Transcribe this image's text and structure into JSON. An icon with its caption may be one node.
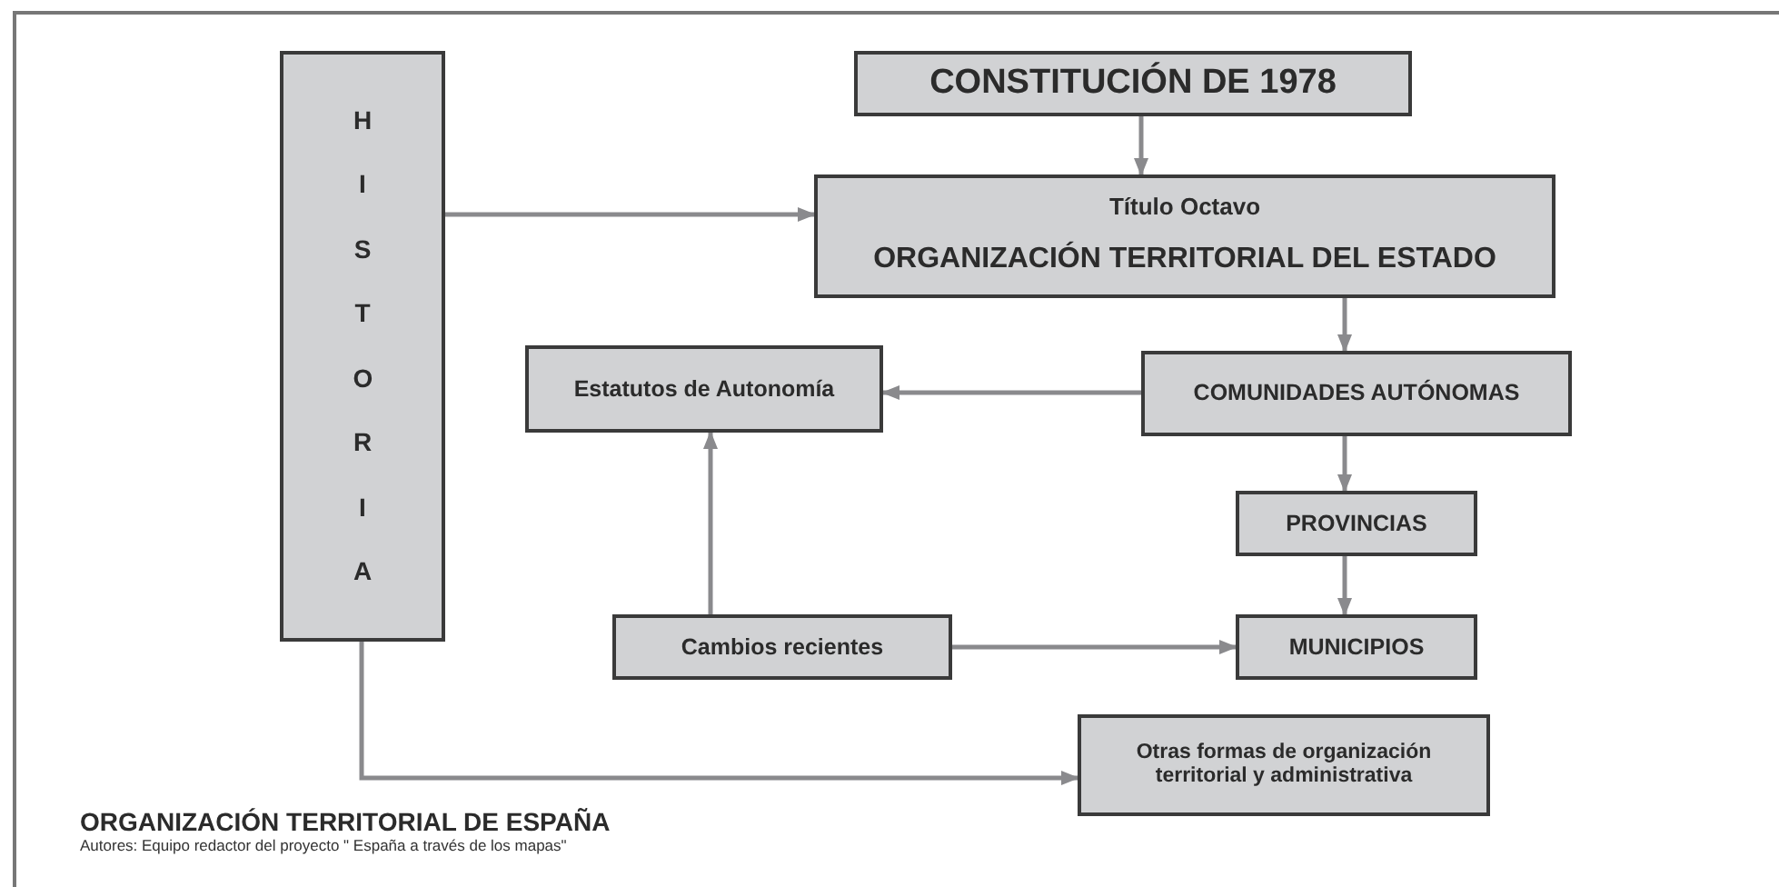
{
  "diagram": {
    "title": "ORGANIZACIÓN TERRITORIAL DE ESPAÑA",
    "caption": "Autores: Equipo redactor del proyecto \" España a través de los mapas\"",
    "nodes": [
      {
        "text": [
          "HISTORIA"
        ]
      },
      {
        "text": [
          "CONSTITUCIÓN DE 1978"
        ]
      },
      {
        "text": [
          "Título Octavo",
          "ORGANIZACIÓN TERRITORIAL DEL ESTADO"
        ]
      },
      {
        "text": [
          "Estatutos de Autonomía"
        ]
      },
      {
        "text": [
          "COMUNIDADES AUTÓNOMAS"
        ]
      },
      {
        "text": [
          "PROVINCIAS"
        ]
      },
      {
        "text": [
          "Cambios recientes"
        ]
      },
      {
        "text": [
          "MUNICIPIOS"
        ]
      },
      {
        "text": [
          "Otras formas de organización territorial y administrativa"
        ]
      }
    ],
    "edges": [
      {
        "from": 0,
        "to": 2,
        "arrow": "to"
      },
      {
        "from": 1,
        "to": 2,
        "arrow": "to"
      },
      {
        "from": 2,
        "to": 4,
        "arrow": "to"
      },
      {
        "from": 4,
        "to": 3,
        "arrow": "to"
      },
      {
        "from": 6,
        "to": 3,
        "arrow": "to"
      },
      {
        "from": 4,
        "to": 5,
        "arrow": "to"
      },
      {
        "from": 5,
        "to": 7,
        "arrow": "to"
      },
      {
        "from": 6,
        "to": 7,
        "arrow": "to"
      },
      {
        "from": 0,
        "to": 8,
        "arrow": "to"
      }
    ]
  }
}
